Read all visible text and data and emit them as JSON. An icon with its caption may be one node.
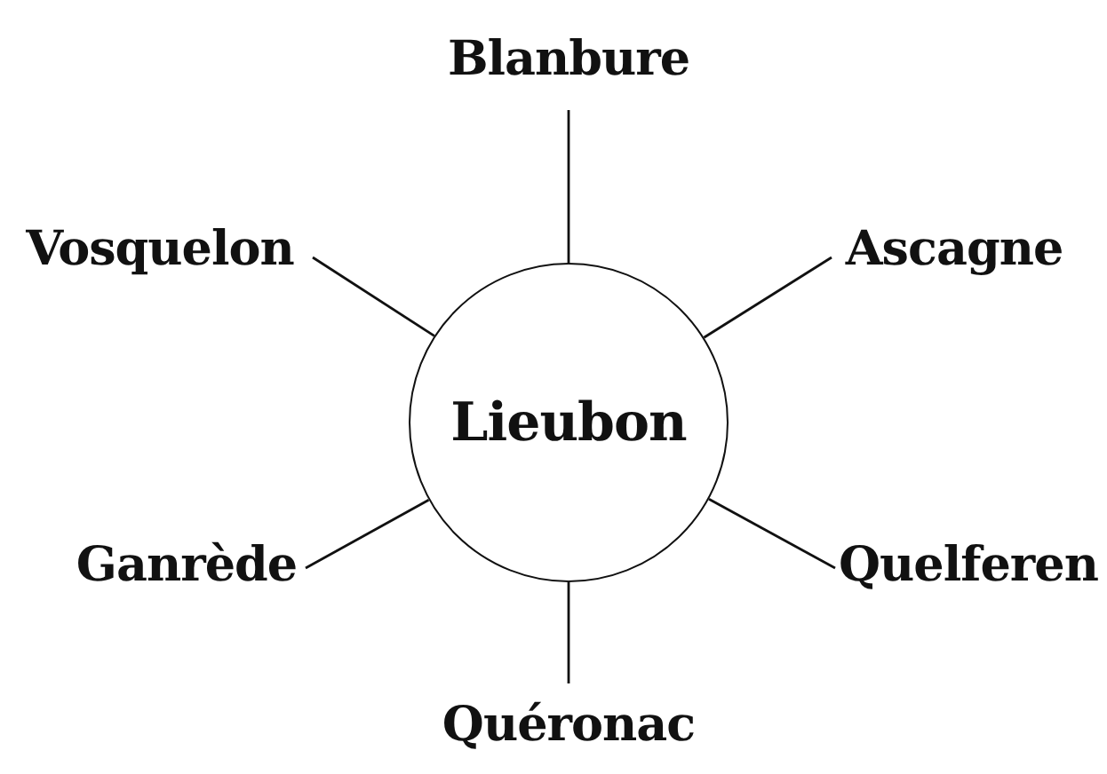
{
  "diagram": {
    "nodes": [
      {
        "text": [
          "Lieubon"
        ]
      },
      {
        "text": [
          "Blanbure"
        ]
      },
      {
        "text": [
          "Vosquelon"
        ]
      },
      {
        "text": [
          "Ascagne"
        ]
      },
      {
        "text": [
          "Ganrède"
        ]
      },
      {
        "text": [
          "Quelferen"
        ]
      },
      {
        "text": [
          "Quéronac"
        ]
      }
    ],
    "edges": [
      {
        "from": 0,
        "to": 1,
        "arrow": "none"
      },
      {
        "from": 0,
        "to": 2,
        "arrow": "none"
      },
      {
        "from": 0,
        "to": 3,
        "arrow": "none"
      },
      {
        "from": 0,
        "to": 4,
        "arrow": "none"
      },
      {
        "from": 0,
        "to": 5,
        "arrow": "none"
      },
      {
        "from": 0,
        "to": 6,
        "arrow": "none"
      }
    ]
  }
}
